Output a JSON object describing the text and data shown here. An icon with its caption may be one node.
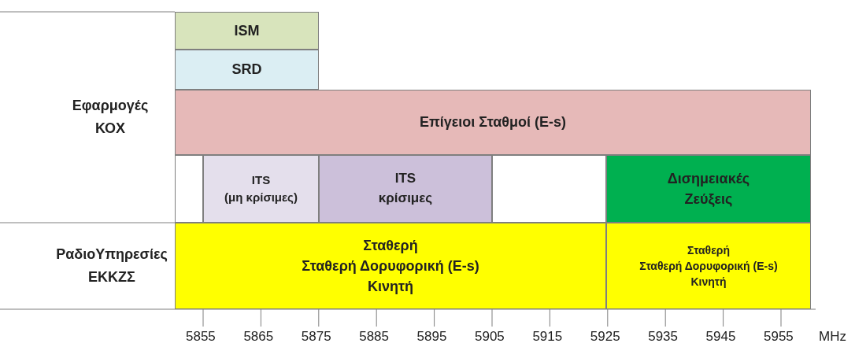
{
  "diagram": {
    "nodes": [
      {
        "text": [
          "ISM"
        ]
      },
      {
        "text": [
          "SRD"
        ]
      },
      {
        "text": [
          "Επίγειοι Σταθμοί (E-s)"
        ]
      },
      {
        "text": [],
        "shape": "box"
      },
      {
        "text": [
          "ITS",
          "(μη κρίσιμες)"
        ]
      },
      {
        "text": [
          "ITS κρίσιμες"
        ]
      },
      {
        "text": [],
        "shape": "box"
      },
      {
        "text": [
          "Δισημειακές Ζεύξεις"
        ]
      },
      {
        "text": [
          "Σταθερή",
          "Σταθερή Δορυφορική (E-s)",
          "Κινητή"
        ]
      },
      {
        "text": [
          "Σταθερή",
          "Σταθερή Δορυφορική (E-s)",
          "Κινητή"
        ]
      }
    ],
    "edges": [],
    "labels": [
      "Εφαρμογές ΚΟΧ",
      "ΡαδιοΥπηρεσίες ΕΚΚΖΣ",
      "5855",
      "5865",
      "5875",
      "5885",
      "5895",
      "5905",
      "5915",
      "5925",
      "5935",
      "5945",
      "5955",
      "MHz"
    ]
  }
}
